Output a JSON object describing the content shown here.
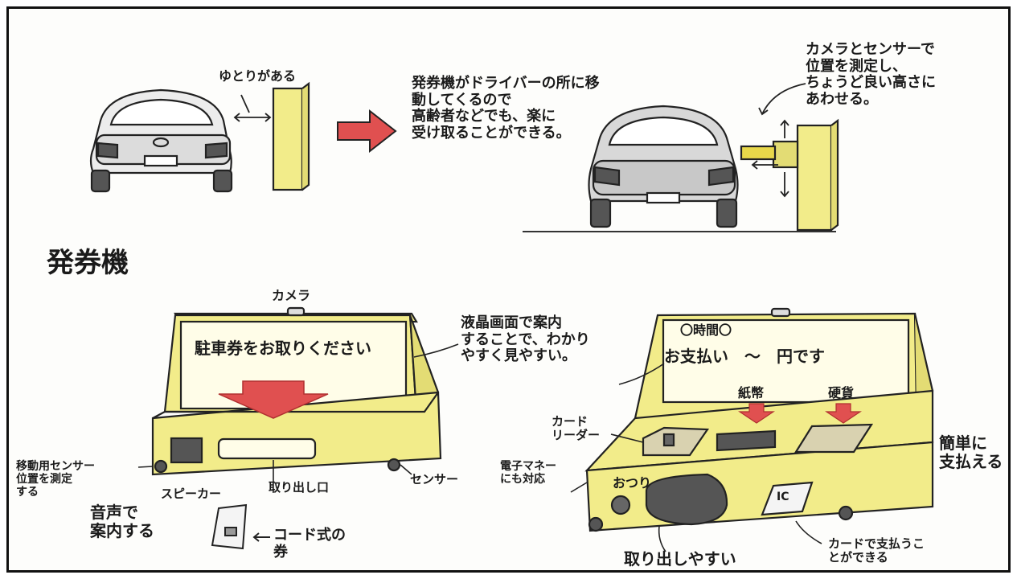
{
  "colors": {
    "ink": "#1a1a1a",
    "yellow": "#f2ec8a",
    "red": "#e05050",
    "gray": "#8a8a8a",
    "cream": "#fffde8"
  },
  "top": {
    "gap_label": "ゆとりがある",
    "machine_moves_note": "発券機がドライバーの所に移動してくるので\n高齢者などでも、楽に\n受け取ることができる。",
    "camera_sensor_note": "カメラとセンサーで\n位置を測定し、\nちょうど良い高さに\nあわせる。"
  },
  "section_title": "発券機",
  "entry_machine": {
    "camera_label": "カメラ",
    "screen_text": "駐車券をお取りください",
    "lcd_note": "液晶画面で案内\nすることで、わかり\nやすく見やすい。",
    "motion_sensor_label": "移動用センサー\n位置を測定\nする",
    "right_sensor_label": "センサー",
    "speaker_label": "スピーカー",
    "voice_note": "音声で\n案内する",
    "slot_label": "取り出し口",
    "ticket_label": "コード式の\n券"
  },
  "exit_machine": {
    "screen_time": "〇時間〇",
    "screen_payment": "お支払い　〜　円です",
    "bills_label": "紙幣",
    "coins_label": "硬貨",
    "card_reader_label": "カード\nリーダー",
    "emoney_label": "電子マネー\nにも対応",
    "change_label": "おつり",
    "ic_label": "IC",
    "easy_note": "取り出しやすい",
    "card_pay_note": "カードで支払うこ\nとができる",
    "simple_note": "簡単に\n支払える"
  }
}
